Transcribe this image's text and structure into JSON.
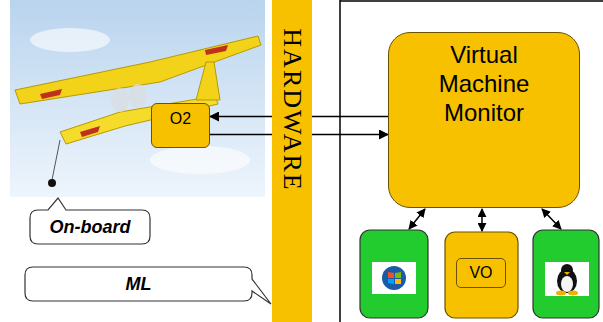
{
  "diagram": {
    "nodes": [
      {
        "text": [
          "O2"
        ]
      },
      {
        "text": [
          "HARDWARE"
        ]
      },
      {
        "text": [
          "Virtual Machine Monitor"
        ]
      },
      {
        "text": [
          "On-board"
        ]
      },
      {
        "text": [
          "ML"
        ]
      },
      {
        "text": [
          "VO"
        ]
      }
    ],
    "edges": [
      {
        "from": 2,
        "to": 0,
        "arrow": "to"
      },
      {
        "from": 0,
        "to": 2,
        "arrow": "to"
      }
    ]
  }
}
